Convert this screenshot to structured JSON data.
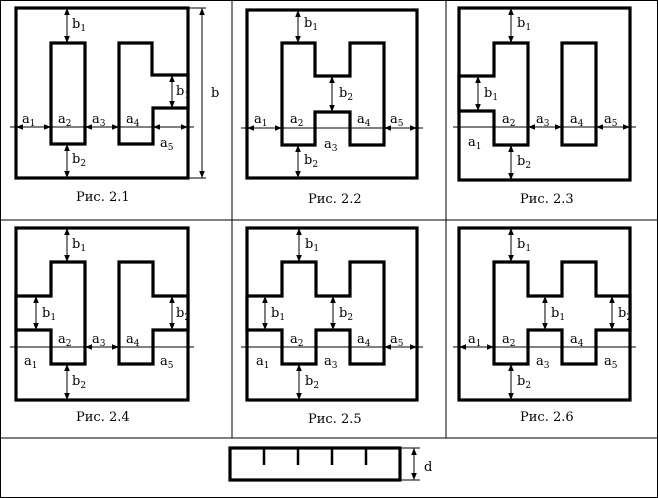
{
  "figures": [
    {
      "caption": "Рис. 2.1",
      "labels": [
        "b",
        "1",
        "b",
        "1",
        "b",
        "b",
        "2",
        "a",
        "1",
        "a",
        "2",
        "a",
        "3",
        "a",
        "4",
        "a",
        "5"
      ]
    },
    {
      "caption": "Рис. 2.2",
      "labels": [
        "b",
        "1",
        "b",
        "2",
        "b",
        "2",
        "a",
        "1",
        "a",
        "2",
        "a",
        "3",
        "a",
        "4",
        "a",
        "5"
      ]
    },
    {
      "caption": "Рис. 2.3",
      "labels": [
        "b",
        "1",
        "b",
        "1",
        "b",
        "2",
        "a",
        "1",
        "a",
        "2",
        "a",
        "3",
        "a",
        "4",
        "a",
        "5"
      ]
    },
    {
      "caption": "Рис. 2.4",
      "labels": [
        "b",
        "1",
        "b",
        "1",
        "b",
        "2",
        "b",
        "2",
        "a",
        "1",
        "a",
        "2",
        "a",
        "3",
        "a",
        "4",
        "a",
        "5"
      ]
    },
    {
      "caption": "Рис. 2.5",
      "labels": [
        "b",
        "1",
        "b",
        "1",
        "b",
        "2",
        "b",
        "2",
        "a",
        "1",
        "a",
        "2",
        "a",
        "3",
        "a",
        "4",
        "a",
        "5"
      ]
    },
    {
      "caption": "Рис. 2.6",
      "labels": [
        "b",
        "1",
        "b",
        "1",
        "b",
        "2",
        "b",
        "2",
        "a",
        "1",
        "a",
        "2",
        "a",
        "3",
        "a",
        "4",
        "a",
        "5"
      ]
    }
  ],
  "thickness": {
    "label": "d"
  }
}
